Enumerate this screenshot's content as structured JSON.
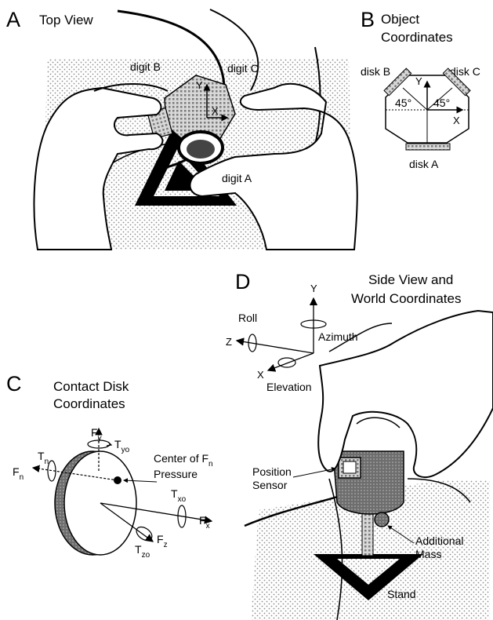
{
  "panel_a": {
    "letter": "A",
    "title": "Top View",
    "digit_b": "digit B",
    "digit_c": "digit C",
    "digit_a": "digit A",
    "axis_y": "Y",
    "axis_x": "X"
  },
  "panel_b": {
    "letter": "B",
    "title_line1": "Object",
    "title_line2": "Coordinates",
    "disk_b": "disk B",
    "disk_c": "disk C",
    "disk_a": "disk A",
    "axis_y": "Y",
    "axis_x": "X",
    "angle_left": "45°",
    "angle_right": "45°"
  },
  "panel_c": {
    "letter": "C",
    "title_line1": "Contact Disk",
    "title_line2": "Coordinates",
    "center_line1": "Center of F",
    "center_sub": "n",
    "center_line2": "Pressure",
    "fy": "F",
    "fy_sub": "y",
    "tyo": "T",
    "tyo_sub": "yo",
    "tn": "T",
    "tn_sub": "n",
    "fn": "F",
    "fn_sub": "n",
    "txo": "T",
    "txo_sub": "xo",
    "fx": "F",
    "fx_sub": "x",
    "fz": "F",
    "fz_sub": "z",
    "tzo": "T",
    "tzo_sub": "zo"
  },
  "panel_d": {
    "letter": "D",
    "title_line1": "Side View and",
    "title_line2": "World Coordinates",
    "axis_y": "Y",
    "axis_z": "Z",
    "axis_x": "X",
    "roll": "Roll",
    "azimuth": "Azimuth",
    "elevation": "Elevation",
    "position_line1": "Position",
    "position_line2": "Sensor",
    "mass_line1": "Additional",
    "mass_line2": "Mass",
    "stand": "Stand"
  },
  "colors": {
    "ink": "#000000",
    "stipple": "#9a9a9a",
    "skin": "#ffffff",
    "object_fill": "#7a7a7a"
  }
}
